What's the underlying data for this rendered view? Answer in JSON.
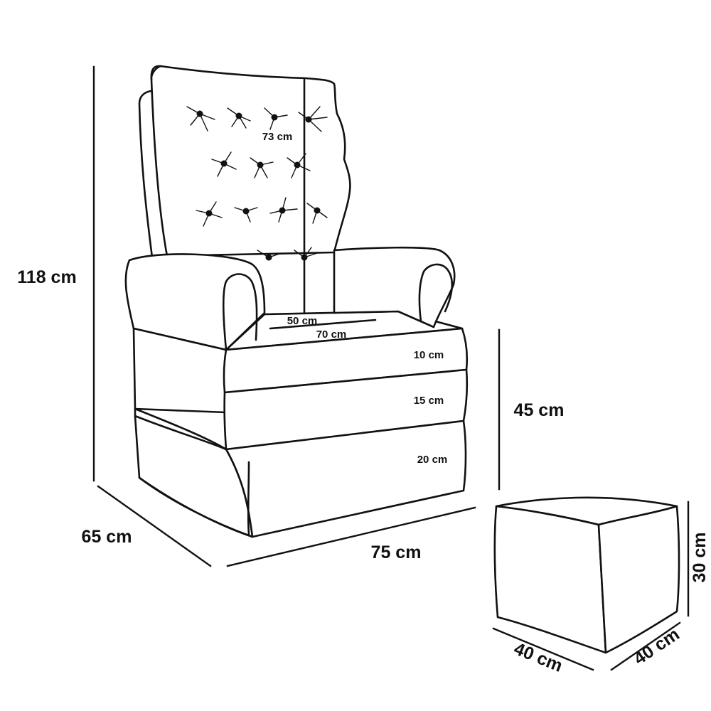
{
  "diagram": {
    "colors": {
      "stroke": "#111111",
      "background": "#ffffff"
    },
    "armchair": {
      "height_label": "118 cm",
      "depth_label": "65 cm",
      "width_label": "75 cm",
      "seat_height_label": "45 cm",
      "backrest_height_label": "73 cm",
      "seat_depth_label": "50 cm",
      "seat_width_label": "70 cm",
      "cushion_label": "10 cm",
      "band_label": "15 cm",
      "skirt_label": "20 cm"
    },
    "ottoman": {
      "height_label": "30 cm",
      "width_label": "40 cm",
      "depth_label": "40 cm"
    }
  }
}
